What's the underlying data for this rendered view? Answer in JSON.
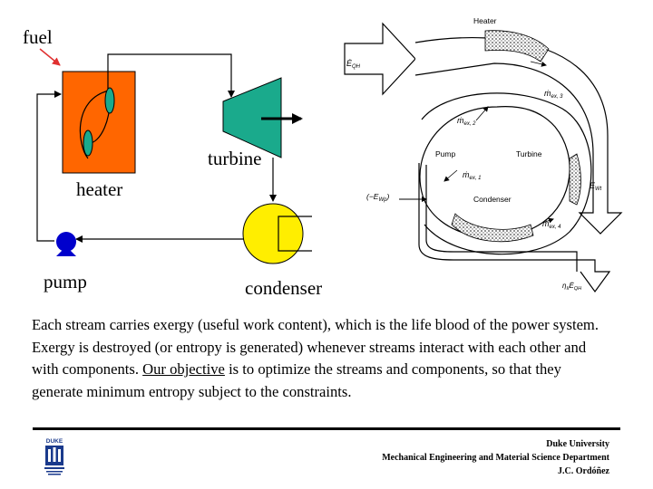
{
  "left_diagram": {
    "fuel_label": "fuel",
    "turbine_label": "turbine",
    "heater_label": "heater",
    "pump_label": "pump",
    "condenser_label": "condenser",
    "colors": {
      "heater": "#ff6600",
      "turbine": "#1aaa8c",
      "condenser": "#ffee00",
      "pump": "#0000cc",
      "fuel_arrow": "#e03030"
    }
  },
  "right_diagram": {
    "heater": "Heater",
    "pump": "Pump",
    "turbine": "Turbine",
    "condenser": "Condenser",
    "e_qh": "Ė",
    "e_qh_sub": "QH",
    "mex3": "ṁ",
    "mex3_sub": "ex, 3",
    "mex2": "ṁ",
    "mex2_sub": "ex, 2",
    "mex1": "ṁ",
    "mex1_sub": "ex, 1",
    "mex4": "ṁ",
    "mex4_sub": "ex, 4",
    "ewp": "(−E",
    "ewp_sub": "Wp",
    "ewp_close": ")",
    "ewt": "Ė",
    "ewt_sub": "Wt",
    "eta": "η",
    "eta_sub": "II",
    "eta_e": "Ė",
    "eta_e_sub": "QH"
  },
  "paragraph": {
    "part1": "Each stream carries exergy (useful work content), which is the life blood of the power system.  Exergy is destroyed (or entropy is generated) whenever streams interact with each other and with components.  ",
    "underlined": "Our objective",
    "part2": " is to optimize the streams and components, so that they generate minimum entropy subject to the constraints."
  },
  "footer": {
    "line1": "Duke University",
    "line2": "Mechanical Engineering and Material Science Department",
    "line3": "J.C. Ordóñez"
  },
  "logo": {
    "text": "DUKE"
  }
}
